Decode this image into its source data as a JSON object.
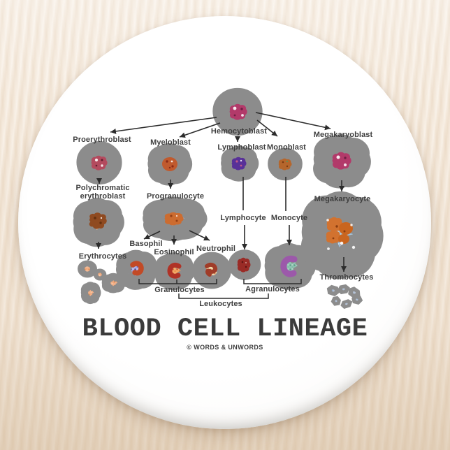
{
  "product": {
    "title": "BLOOD CELL LINEAGE",
    "credit": "© WORDS & UNWORDS"
  },
  "lineage": {
    "root": "Hemocytoblast",
    "branches": [
      {
        "blast": "Proerythroblast",
        "stages": [
          "Polychromatic erythroblast",
          "Erythrocytes"
        ]
      },
      {
        "blast": "Myeloblast",
        "stages": [
          "Progranulocyte"
        ],
        "children": [
          "Basophil",
          "Eosinophil",
          "Neutrophil"
        ]
      },
      {
        "blast": "Lymphoblast",
        "stages": [
          "Lymphocyte"
        ]
      },
      {
        "blast": "Monoblast",
        "stages": [
          "Monocyte"
        ]
      },
      {
        "blast": "Megakaryoblast",
        "stages": [
          "Megakaryocyte",
          "Thrombocytes"
        ]
      }
    ],
    "groupings": [
      {
        "label": "Granulocytes",
        "members": [
          "Basophil",
          "Eosinophil",
          "Neutrophil"
        ]
      },
      {
        "label": "Agranulocytes",
        "members": [
          "Lymphocyte",
          "Monocyte"
        ]
      },
      {
        "label": "Leukocytes",
        "members": [
          "Granulocytes",
          "Agranulocytes"
        ]
      }
    ]
  },
  "palette": {
    "background": "#f3e7d9",
    "coaster": "#ffffff",
    "line": "#2c2c2c",
    "label_text": "#3e3e3e",
    "title_text": "#3b3b3b",
    "cytoplasm_lavender": "#b6aed8",
    "cytoplasm_peach": "#f2b088",
    "cytoplasm_blue": "#a9bade",
    "cytoplasm_periwinkle": "#aeb3e6",
    "cytoplasm_orange": "#f2a863",
    "cytoplasm_cream": "#f3dcab",
    "cytoplasm_lightblue": "#aac8e2",
    "cytoplasm_teal": "#8fc2b0",
    "cytoplasm_megakaryocyte": "#a6c6dc",
    "platelet": "#b2c0d4",
    "nucleus_magenta": "#b23a6a",
    "nucleus_crimson": "#b34a5e",
    "nucleus_rust": "#c05a2e",
    "nucleus_purple": "#583098",
    "nucleus_ochre": "#b5662c",
    "nucleus_brown": "#8f4a20",
    "nucleus_orange": "#cc6c30",
    "nucleus_basophil": "#c24a26",
    "nucleus_eosinophil": "#b03226",
    "nucleus_neutrophil": "#a03c28",
    "nucleus_lymphocyte": "#9a2b26",
    "nucleus_monocyte": "#9c59aa",
    "nucleus_megakaryocyte": "#d2722f"
  }
}
